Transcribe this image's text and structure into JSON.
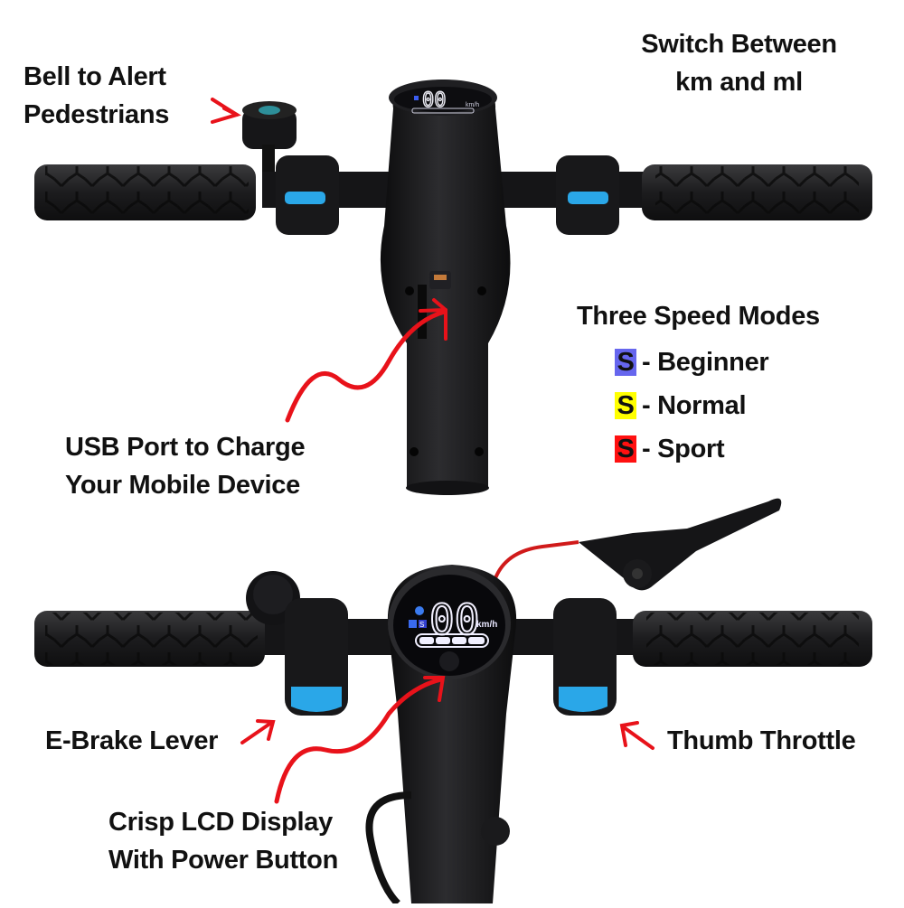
{
  "labels": {
    "bell": [
      "Bell to Alert",
      "Pedestrians"
    ],
    "km_switch": [
      "Switch Between",
      "km and ml"
    ],
    "usb": [
      "USB Port to Charge",
      "Your Mobile Device"
    ],
    "speed_modes_title": "Three Speed Modes",
    "speed_modes": [
      {
        "badge": "S",
        "label": "- Beginner",
        "color": "#6666ee"
      },
      {
        "badge": "S",
        "label": "- Normal",
        "color": "#ffff00"
      },
      {
        "badge": "S",
        "label": "- Sport",
        "color": "#ff1010"
      }
    ],
    "ebrake": "E-Brake Lever",
    "throttle": "Thumb Throttle",
    "lcd": [
      "Crisp LCD Display",
      "With Power Button"
    ]
  },
  "lcd_top": {
    "speed": "00",
    "unit": "km/h"
  },
  "lcd_bottom": {
    "speed": "00",
    "unit": "km/h",
    "mode_indicator": "S",
    "icons": [
      "bluetooth-icon",
      "headlight-icon"
    ]
  },
  "colors": {
    "arrow": "#e8121a",
    "accent_blue": "#2aa7e8",
    "body": "#1b1b1d",
    "grip": "#222224"
  }
}
